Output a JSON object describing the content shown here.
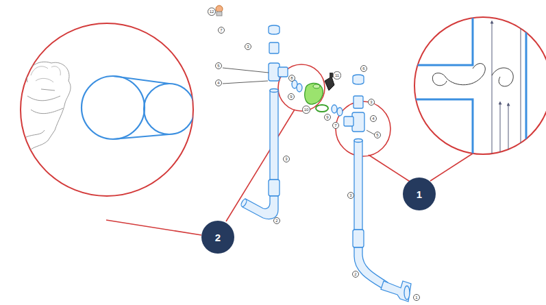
{
  "diagram": {
    "nodes": [
      {
        "text": [
          "1"
        ]
      },
      {
        "text": [
          "2"
        ]
      }
    ],
    "labels": [
      "12",
      "7",
      "3",
      "5",
      "4",
      "8",
      "9",
      "11",
      "10",
      "9",
      "7",
      "3",
      "2",
      "6",
      "3",
      "4",
      "5",
      "3",
      "2",
      "1"
    ]
  }
}
